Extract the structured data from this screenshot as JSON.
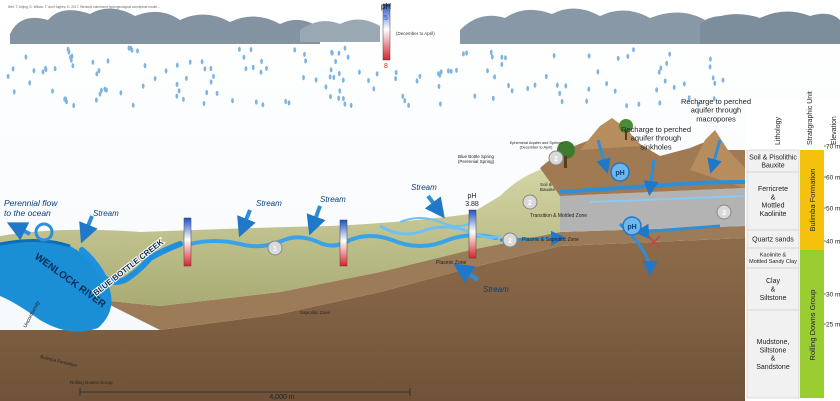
{
  "citation": "Wet, T. Jeijing, D. Wilson, T. and Hughes, D. 2017. Wenlock catchment hydrogeological conceptual model...",
  "ph_scale": {
    "label": "pH",
    "top": "5",
    "bottom": "8",
    "period": "(December to April)"
  },
  "flows": {
    "perennial": "Perennial flow\nto the ocean",
    "stream_left": "Stream",
    "stream_mid1": "Stream",
    "stream_mid2": "Stream",
    "stream_right": "Stream",
    "stream_bottom": "Stream"
  },
  "rivers": {
    "wenlock": "WENLOCK RIVER",
    "bluebottle": "BLUE BOTTLE CREEK"
  },
  "spring": {
    "name": "Blue Bottle Spring\n(Perennial Spring)",
    "ph_label": "pH",
    "ph_value": "3.88"
  },
  "ephemeral": "Ephemeral Aquifer and Springs\n(December to April)",
  "recharge": {
    "sinkholes": "Recharge to perched\naquifer through\nsinkholes",
    "macropores": "Recharge to perched\naquifer through\nmacropores"
  },
  "zones": {
    "transition": "Transition & Mottled Zone",
    "plasmic_sap": "Plasmic & Saprolitic Zone",
    "plasmic": "Plasmic Zone",
    "saprolitic": "Saprolitic Zone",
    "unconformity": "Unconformity",
    "bulimba_fm": "Bulimba Formation",
    "rolling_downs": "Rolling Downs Group",
    "soil_bauxite_small": "Soil &\nBauxite"
  },
  "badges": {
    "b1": "1",
    "b2": "2",
    "b3": "3",
    "b4": "2",
    "b5": "2",
    "b6": "2",
    "ph": "pH"
  },
  "scale": {
    "label": "4,000 m"
  },
  "table": {
    "headers": {
      "lithology": "Lithology",
      "strat": "Stratigraphic Unit",
      "elev": "Elevation"
    },
    "lithology": [
      "Soil & Pisolithic\nBauxite",
      "Ferricrete\n&\nMottled\nKaolinite",
      "Quartz sands",
      "Kaolinite &\nMottled Sandy Clay",
      "Clay\n&\nSiltstone",
      "Mudstone,\nSiltstone\n&\nSandstone"
    ],
    "strat_units": [
      "Bulimba Formation",
      "Rolling Downs Group"
    ],
    "elevations": [
      "70 m",
      "60 m",
      "50 m",
      "40 m",
      "30 m",
      "25 m"
    ]
  },
  "colors": {
    "water": "#1b8fd6",
    "water_dark": "#0b6fb8",
    "cloud": "#7c8d9c",
    "saprolite": "#8b6a4a",
    "upper_land": "#c8c894",
    "bulimba": "#f4c20d",
    "rolling": "#9acd32"
  }
}
